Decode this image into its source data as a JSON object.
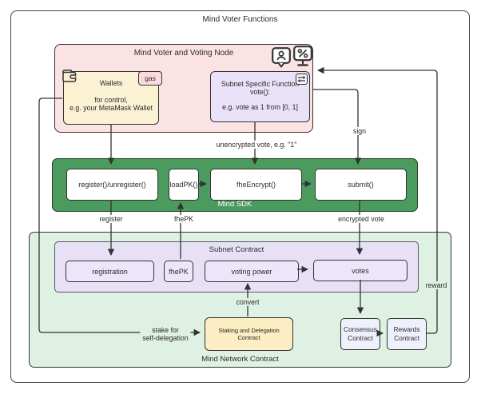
{
  "diagram": {
    "title": "Mind Voter Functions",
    "voter_node": {
      "title": "Mind Voter and Voting Node",
      "icons": [
        "user-chat-icon",
        "percent-display-icon"
      ],
      "wallets": {
        "name": "Wallets",
        "line1": "for control,",
        "line2": "e.g. your MetaMask Wallet",
        "badge": "gas",
        "icon": "wallet-icon"
      },
      "subnet_function": {
        "line1": "Subnet Specific Function",
        "line2": "vote():",
        "line3": "e.g. vote as 1 from [0, 1]",
        "icon": "swap-arrows-icon"
      }
    },
    "sdk": {
      "title": "Mind SDK",
      "nodes": {
        "register": "register()/unregister()",
        "loadpk": "loadPK()",
        "fheencrypt": "fheEncrypt()",
        "submit": "submit()"
      }
    },
    "network_contract": {
      "title": "Mind Network Contract",
      "subnet_contract": {
        "title": "Subnet Contract",
        "nodes": {
          "registration": "registration",
          "fhepk": "fhePK",
          "voting_power": "voting power",
          "votes": "votes"
        }
      },
      "staking": "Staking and Delegation Contract",
      "consensus": {
        "line1": "Consensus",
        "line2": "Contract"
      },
      "rewards": {
        "line1": "Rewards",
        "line2": "Contract"
      }
    },
    "edge_labels": {
      "unencrypted_vote": "unencrypted vote, e.g. \"1\"",
      "sign": "sign",
      "register": "register",
      "fhepk": "fhePK",
      "encrypted_vote": "encrypted vote",
      "convert": "convert",
      "stake_line1": "stake for",
      "stake_line2": "self-delegation",
      "reward": "reward"
    },
    "colors": {
      "pink": "#fce3e3",
      "cream": "#fbf2d4",
      "lavender": "#e9e2f8",
      "sdk_green": "#4b9b5e",
      "light_green": "#dff1e3",
      "pale_blue": "#eef0fb",
      "staking_yellow": "#fdedc3",
      "line": "#333333"
    }
  }
}
